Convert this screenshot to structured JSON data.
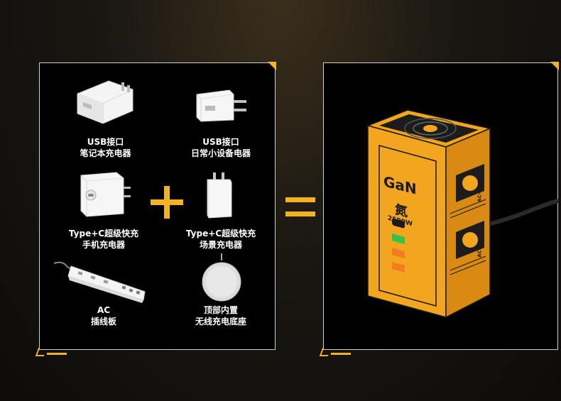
{
  "left_items": [
    {
      "line1": "USB接口",
      "line2": "笔记本充电器",
      "icon": "usb-charger-icon"
    },
    {
      "line1": "USB接口",
      "line2": "日常小设备电器",
      "icon": "small-usb-charger-icon"
    },
    {
      "line1": "Type+C超级快充",
      "line2": "手机充电器",
      "icon": "typec-charger-icon"
    },
    {
      "line1": "Type+C超级快充",
      "line2": "场景充电器",
      "icon": "typec-scene-charger-icon"
    },
    {
      "line1": "AC",
      "line2": "插线板",
      "icon": "power-strip-icon"
    },
    {
      "line1": "顶部内置",
      "line2": "无线充电底座",
      "icon": "wireless-pad-icon"
    }
  ],
  "product": {
    "brand": "GaN",
    "sub": "氮",
    "power": "2500W",
    "outlet_label_1": "AC-01",
    "outlet_label_2": "AC-02"
  },
  "colors": {
    "accent": "#f3b221",
    "panel_bg": "#000000",
    "product_body": "#f2a51f"
  }
}
